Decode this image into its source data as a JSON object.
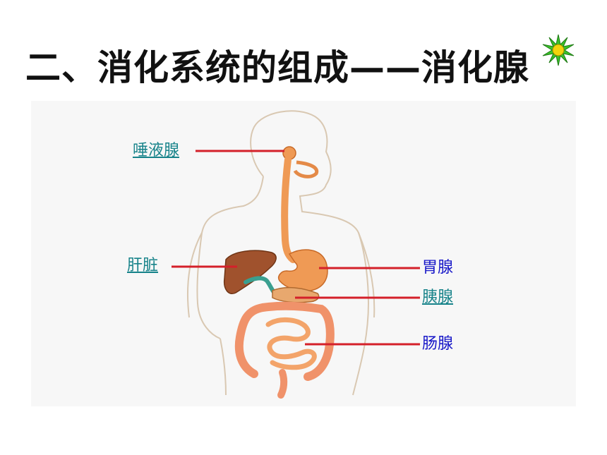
{
  "slide": {
    "title": "二、消化系统的组成——消化腺"
  },
  "labels": {
    "salivary": "唾液腺",
    "liver": "肝脏",
    "gastric": "胃腺",
    "pancreas": "胰腺",
    "intestinal": "肠腺"
  },
  "colors": {
    "link_label": "#17838a",
    "plain_label": "#1616c8",
    "pointer_line": "#d4202a",
    "organ": "#ef9a55",
    "liver": "#a0522d",
    "gallbladder": "#3a9f8f",
    "star": "#39c12a"
  }
}
